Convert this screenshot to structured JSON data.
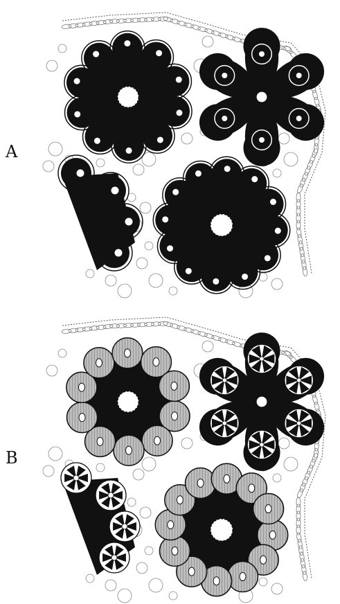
{
  "figure": {
    "panels": [
      {
        "id": "A",
        "label": "A",
        "fill_style": "solid"
      },
      {
        "id": "B",
        "label": "B",
        "fill_style": "stippled-lobes"
      }
    ]
  },
  "colors": {
    "ink": "#111111",
    "stipple": "#9a9a9a",
    "background": "#ffffff"
  }
}
